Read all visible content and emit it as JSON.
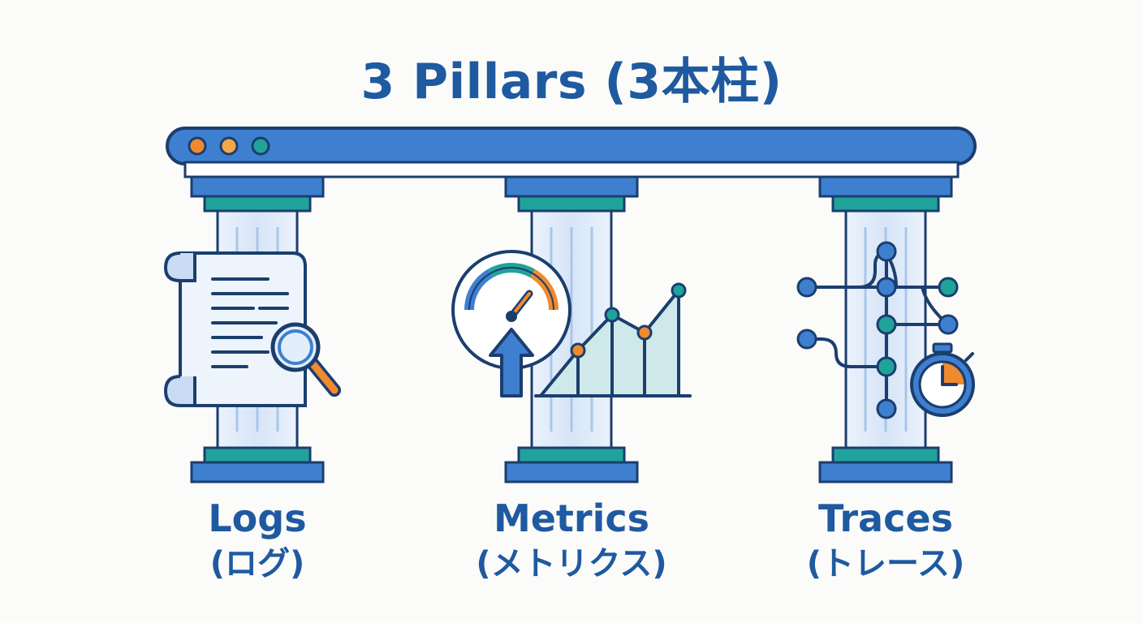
{
  "title": "3 Pillars (3本柱)",
  "pillars": [
    {
      "name": "Logs",
      "sub": "(ログ)",
      "icon": "log-document-icon"
    },
    {
      "name": "Metrics",
      "sub": "(メトリクス)",
      "icon": "metrics-gauge-chart-icon"
    },
    {
      "name": "Traces",
      "sub": "(トレース)",
      "icon": "trace-network-icon"
    }
  ],
  "colors": {
    "primary": "#1f5aa0",
    "beam": "#3e7fd0",
    "teal": "#20a39a",
    "orange": "#f08a2e",
    "pillar": "#dfeaf8",
    "stroke": "#1b3e6e"
  }
}
